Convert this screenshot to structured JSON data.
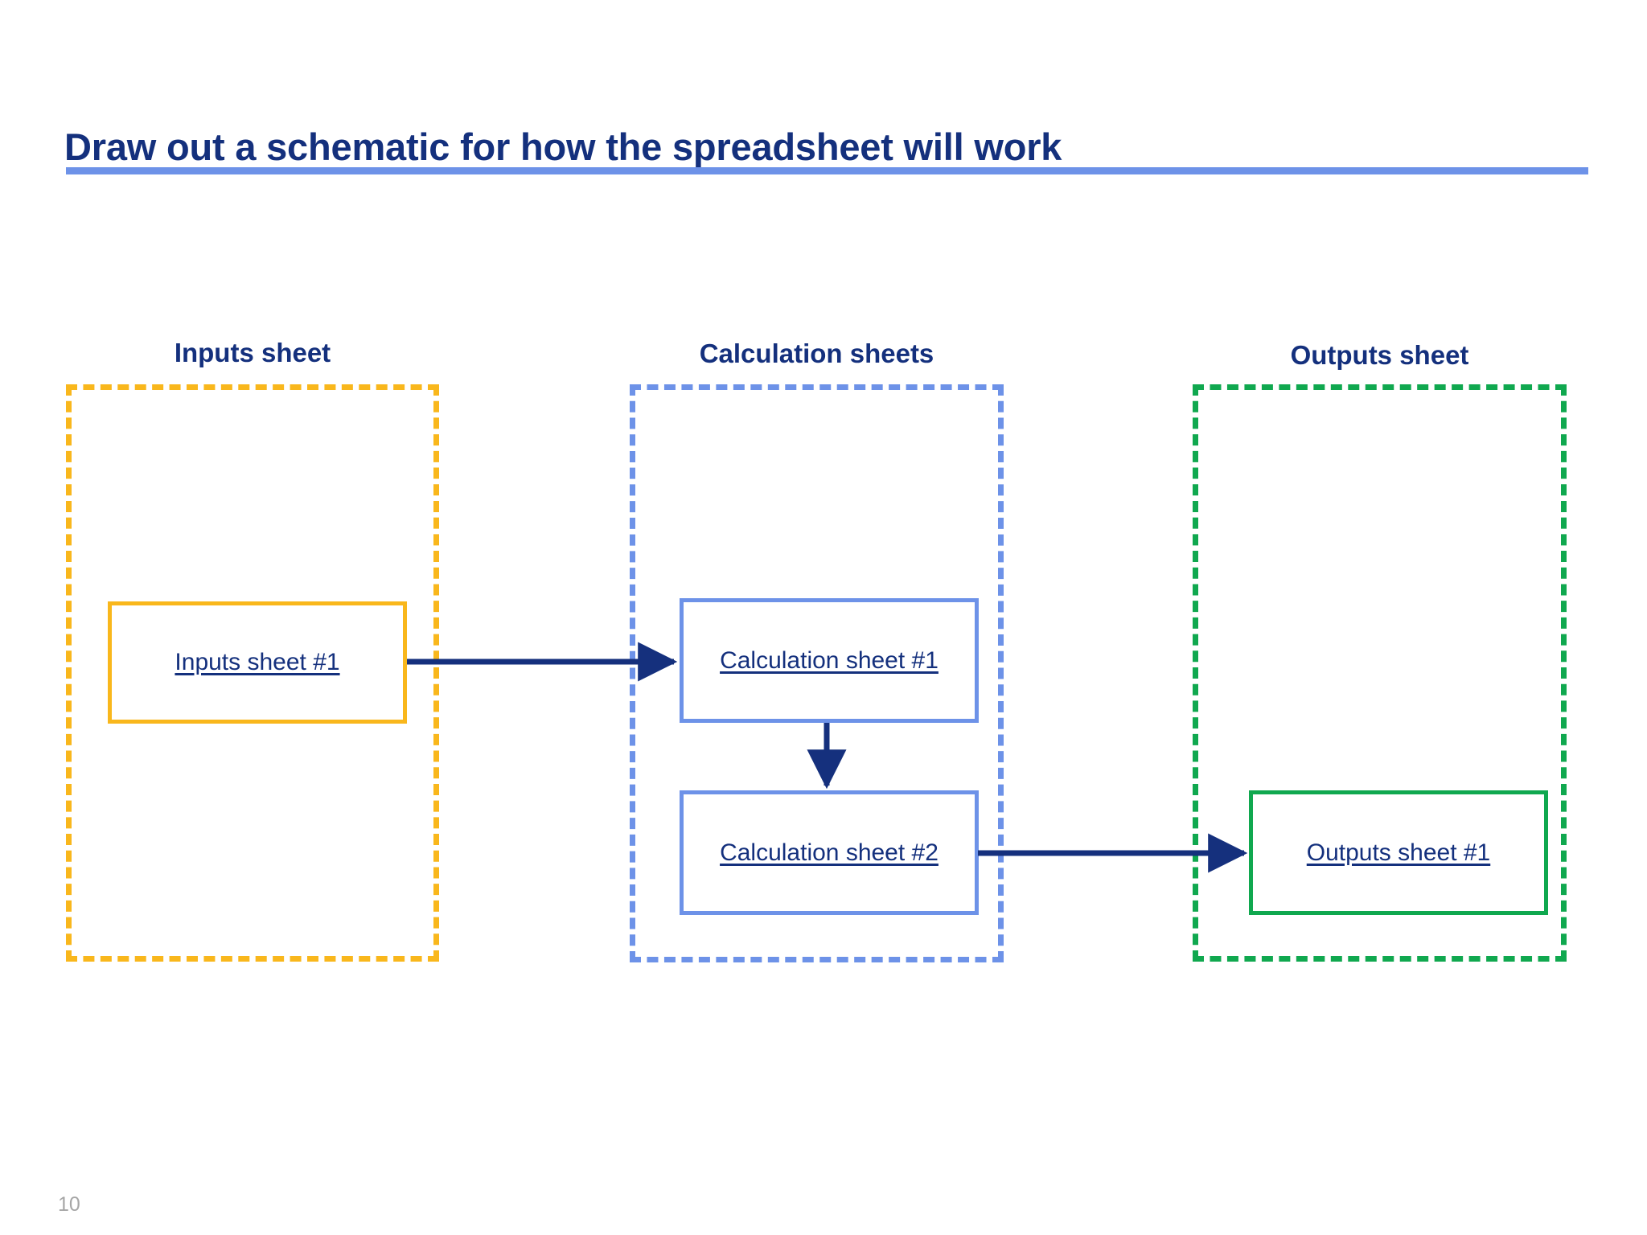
{
  "slide": {
    "title": "Draw out a schematic for how the spreadsheet will work",
    "page_number": "10"
  },
  "colors": {
    "title_navy": "#14307d",
    "rule_blue": "#6d92e8",
    "inputs_amber": "#f9b71c",
    "calculation_blue": "#6d92e8",
    "outputs_green": "#10a84f",
    "arrow_navy": "#15307d",
    "page_number_gray": "#a6a6a6"
  },
  "regions": [
    {
      "id": "inputs",
      "heading": "Inputs sheet",
      "border_style": "dashed",
      "color": "#f9b71c",
      "boxes": [
        {
          "id": "inputs-1",
          "label": "Inputs sheet #1",
          "border_color": "#f9b71c"
        }
      ]
    },
    {
      "id": "calculation",
      "heading": "Calculation sheets",
      "border_style": "dashed",
      "color": "#6d92e8",
      "boxes": [
        {
          "id": "calc-1",
          "label": "Calculation sheet #1",
          "border_color": "#6d92e8"
        },
        {
          "id": "calc-2",
          "label": "Calculation sheet #2",
          "border_color": "#6d92e8"
        }
      ]
    },
    {
      "id": "outputs",
      "heading": "Outputs sheet",
      "border_style": "dashed",
      "color": "#10a84f",
      "boxes": [
        {
          "id": "outputs-1",
          "label": "Outputs sheet #1",
          "border_color": "#10a84f"
        }
      ]
    }
  ],
  "connectors": [
    {
      "id": "inputs1-to-calc1",
      "from": "inputs-1",
      "to": "calc-1",
      "direction": "right"
    },
    {
      "id": "calc1-to-calc2",
      "from": "calc-1",
      "to": "calc-2",
      "direction": "down"
    },
    {
      "id": "calc2-to-outputs1",
      "from": "calc-2",
      "to": "outputs-1",
      "direction": "right"
    }
  ]
}
